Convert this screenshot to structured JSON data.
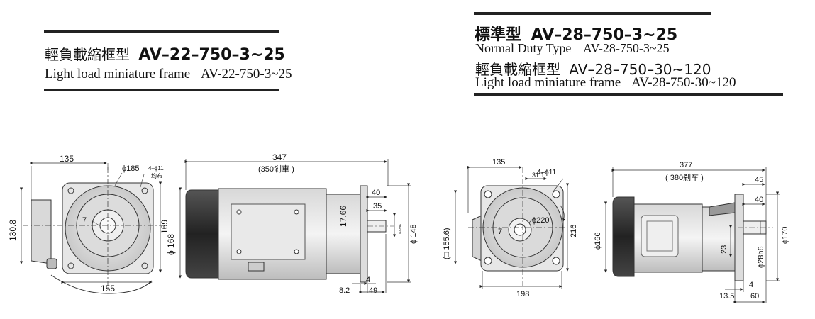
{
  "left_header": {
    "cjk_label": "輕負載縮框型",
    "cjk_model": "AV–22–750–3~25",
    "en_label": "Light load miniature frame",
    "en_model": "AV-22-750-3~25"
  },
  "right_header": {
    "title_cjk": "標準型",
    "title_model": "AV–28–750–3~25",
    "normal_label": "Normal Duty Type",
    "normal_model": "AV-28-750-3~25",
    "light_cjk_label": "輕負載縮框型",
    "light_cjk_model": "AV–28–750–30~120",
    "light_en_label": "Light load miniature frame",
    "light_en_model": "AV-28-750-30~120"
  },
  "left_drawing": {
    "d135": "135",
    "d185": "ϕ185",
    "holes": "4–ϕ11",
    "holes_note": "均布",
    "d130_8": "130.8",
    "d169": "169",
    "d7": "7",
    "d155": "155",
    "d168": "ϕ 168",
    "d347": "347",
    "d350": "(350剎車 )",
    "d40": "40",
    "d35": "35",
    "d17_66": "17.66",
    "d148": "ϕ 148",
    "d8_2": "8.2",
    "d4": "4",
    "d49": "49",
    "dsmall": "ϕ22h6"
  },
  "right_drawing": {
    "d135": "135",
    "d31_1": "31.1",
    "holes": "4–ϕ11",
    "d155_6": "(□ 155.6)",
    "d220": "ϕ220",
    "d7": "7",
    "d216": "216",
    "d198": "198",
    "d377": "377",
    "d380": "( 380剎车 )",
    "d45": "45",
    "d40": "40",
    "d166": "ϕ166",
    "d170": "ϕ170",
    "d23": "23",
    "d28h6": "ϕ28h6",
    "d4": "4",
    "d13_5": "13.5",
    "d60": "60"
  }
}
